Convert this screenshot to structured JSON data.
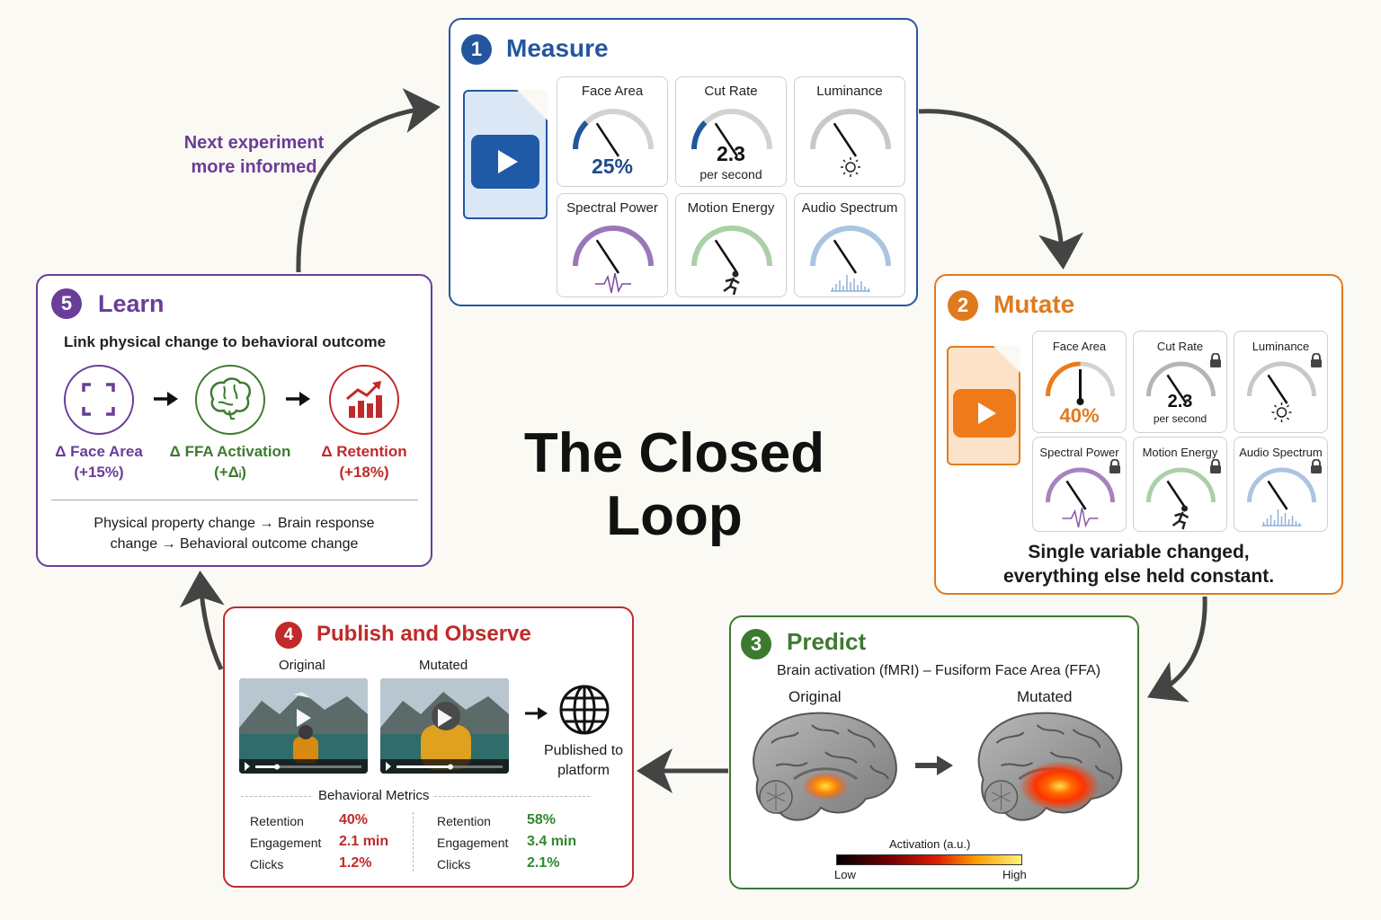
{
  "title": {
    "line1": "The Closed",
    "line2": "Loop"
  },
  "note": {
    "line1": "Next experiment",
    "line2": "more informed"
  },
  "measure": {
    "num": "1",
    "title": "Measure",
    "gauges": [
      {
        "label": "Face Area",
        "value": "25%",
        "sub": ""
      },
      {
        "label": "Cut Rate",
        "value": "2.3",
        "sub": "per second"
      },
      {
        "label": "Luminance",
        "value": "",
        "sub": ""
      },
      {
        "label": "Spectral Power",
        "value": "",
        "sub": ""
      },
      {
        "label": "Motion Energy",
        "value": "",
        "sub": ""
      },
      {
        "label": "Audio Spectrum",
        "value": "",
        "sub": ""
      }
    ]
  },
  "mutate": {
    "num": "2",
    "title": "Mutate",
    "gauges": [
      {
        "label": "Face Area",
        "value": "40%",
        "sub": ""
      },
      {
        "label": "Cut Rate",
        "value": "2.3",
        "sub": "per second"
      },
      {
        "label": "Luminance",
        "value": "",
        "sub": ""
      },
      {
        "label": "Spectral Power",
        "value": "",
        "sub": ""
      },
      {
        "label": "Motion Energy",
        "value": "",
        "sub": ""
      },
      {
        "label": "Audio Spectrum",
        "value": "",
        "sub": ""
      }
    ],
    "caption1": "Single variable changed,",
    "caption2": "everything else held constant."
  },
  "predict": {
    "num": "3",
    "title": "Predict",
    "subtitle": "Brain activation (fMRI) – Fusiform Face Area (FFA)",
    "original": "Original",
    "mutated": "Mutated",
    "scale_label": "Activation (a.u.)",
    "low": "Low",
    "high": "High"
  },
  "publish": {
    "num": "4",
    "title": "Publish and Observe",
    "original": "Original",
    "mutated": "Mutated",
    "published1": "Published to",
    "published2": "platform",
    "metrics_title": "Behavioral Metrics",
    "original_metrics": [
      {
        "label": "Retention",
        "value": "40%"
      },
      {
        "label": "Engagement",
        "value": "2.1 min"
      },
      {
        "label": "Clicks",
        "value": "1.2%"
      }
    ],
    "mutated_metrics": [
      {
        "label": "Retention",
        "value": "58%"
      },
      {
        "label": "Engagement",
        "value": "3.4 min"
      },
      {
        "label": "Clicks",
        "value": "2.1%"
      }
    ],
    "colors": {
      "original": "#c02a2a",
      "mutated": "#2e8a2e"
    }
  },
  "learn": {
    "num": "5",
    "title": "Learn",
    "subtitle": "Link physical change to behavioral outcome",
    "items": [
      {
        "label": "Δ Face Area",
        "value": "(+15%)"
      },
      {
        "label": "Δ FFA Activation",
        "value": "(+Δᵢ)"
      },
      {
        "label": "Δ Retention",
        "value": "(+18%)"
      }
    ],
    "footer1": "Physical property change → Brain response",
    "footer2": "change → Behavioral outcome change"
  },
  "colors": {
    "measure": "#2456a0",
    "mutate": "#e07a1f",
    "predict": "#3d7a30",
    "publish": "#c02a2a",
    "learn": "#6a3d9a"
  }
}
